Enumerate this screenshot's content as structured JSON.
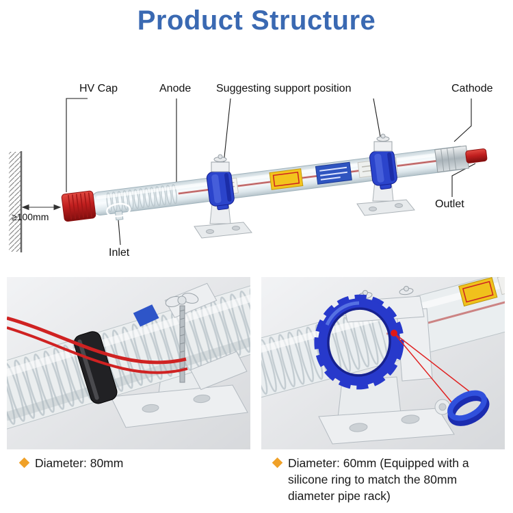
{
  "title": "Product Structure",
  "diagram": {
    "labels": {
      "hv_cap": "HV Cap",
      "anode": "Anode",
      "support_position": "Suggesting support position",
      "cathode": "Cathode",
      "outlet": "Outlet",
      "inlet": "Inlet",
      "min_distance": "≥100mm"
    }
  },
  "panels": [
    {
      "caption": "Diameter: 80mm"
    },
    {
      "caption": "Diameter: 60mm (Equipped with a silicone ring to match the 80mm diameter pipe rack)"
    }
  ],
  "colors": {
    "title_blue": "#3a69b2",
    "cap_red": "#c11f1f",
    "clamp_blue": "#2b44cb",
    "bullet_orange": "#f0a128"
  }
}
